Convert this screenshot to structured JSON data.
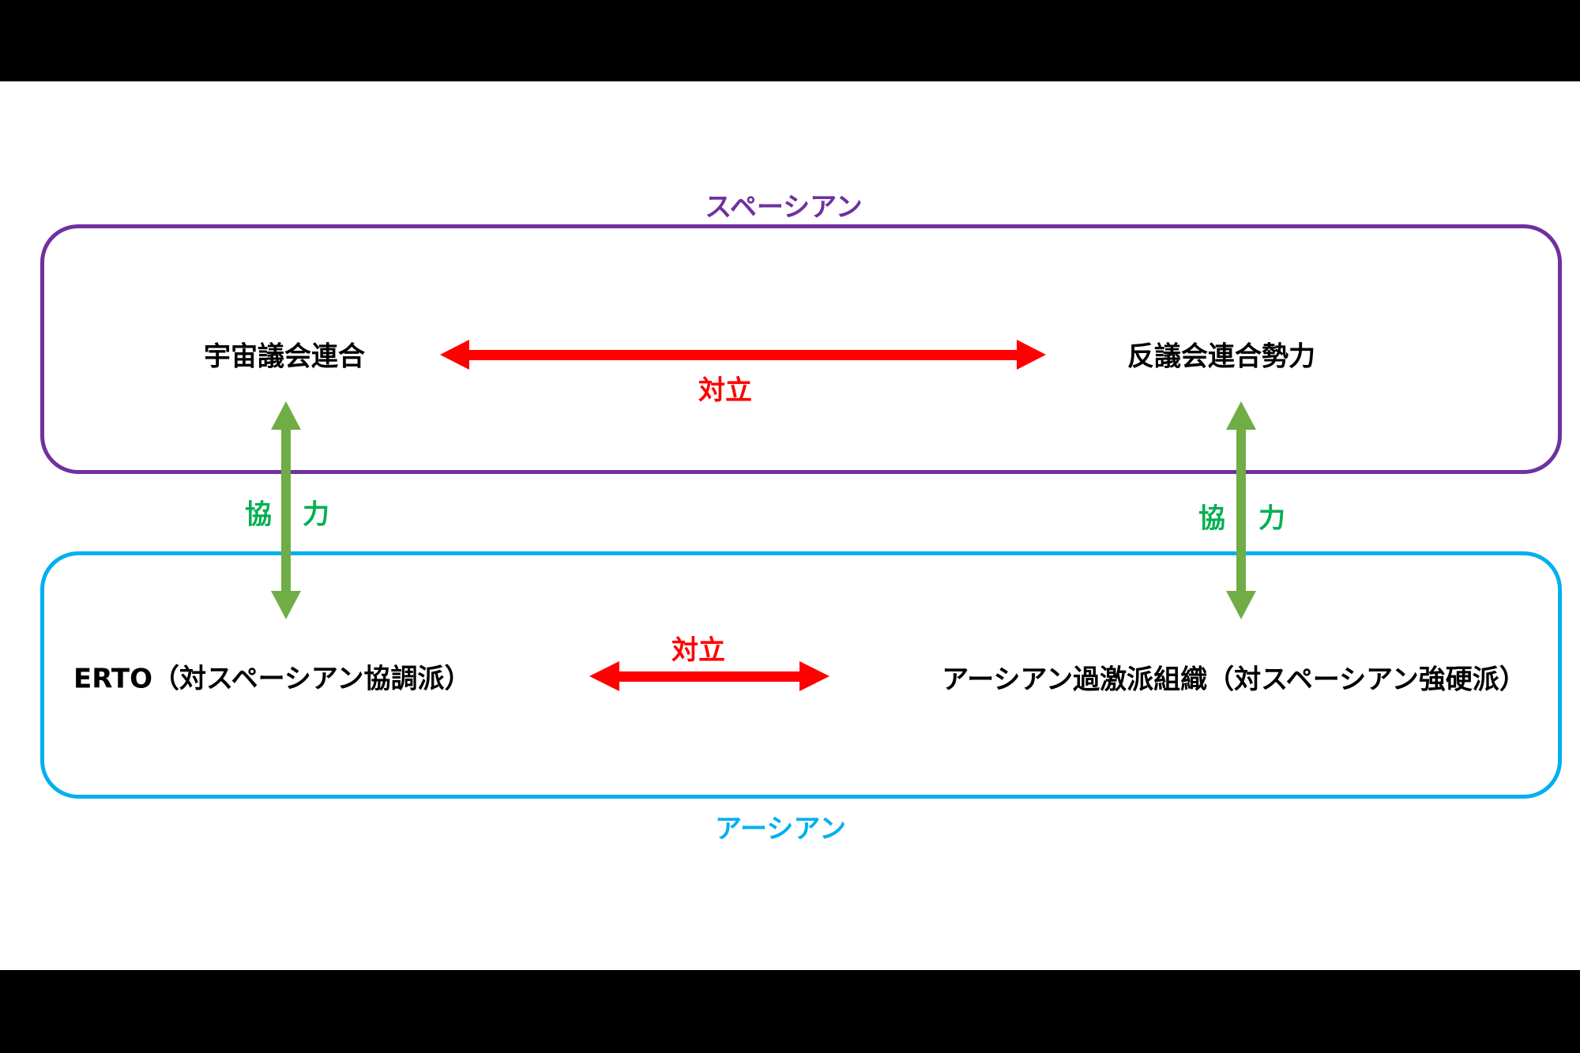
{
  "colors": {
    "spacian": "#7030A0",
    "earthian": "#00B0F0",
    "conflict": "#FF0000",
    "cooperation_arrow": "#70AD47",
    "cooperation_text": "#00B050"
  },
  "groups": {
    "spacian": "スペーシアン",
    "earthian": "アーシアン"
  },
  "nodes": {
    "space_council": "宇宙議会連合",
    "anti_council": "反議会連合勢力",
    "erto": "ERTO（対スペーシアン協調派）",
    "earthian_radicals": "アーシアン過激派組織（対スペーシアン強硬派）"
  },
  "relations": {
    "conflict_top": "対立",
    "conflict_bottom": "対立",
    "coop_left_1": "協",
    "coop_left_2": "力",
    "coop_right_1": "協",
    "coop_right_2": "力"
  }
}
